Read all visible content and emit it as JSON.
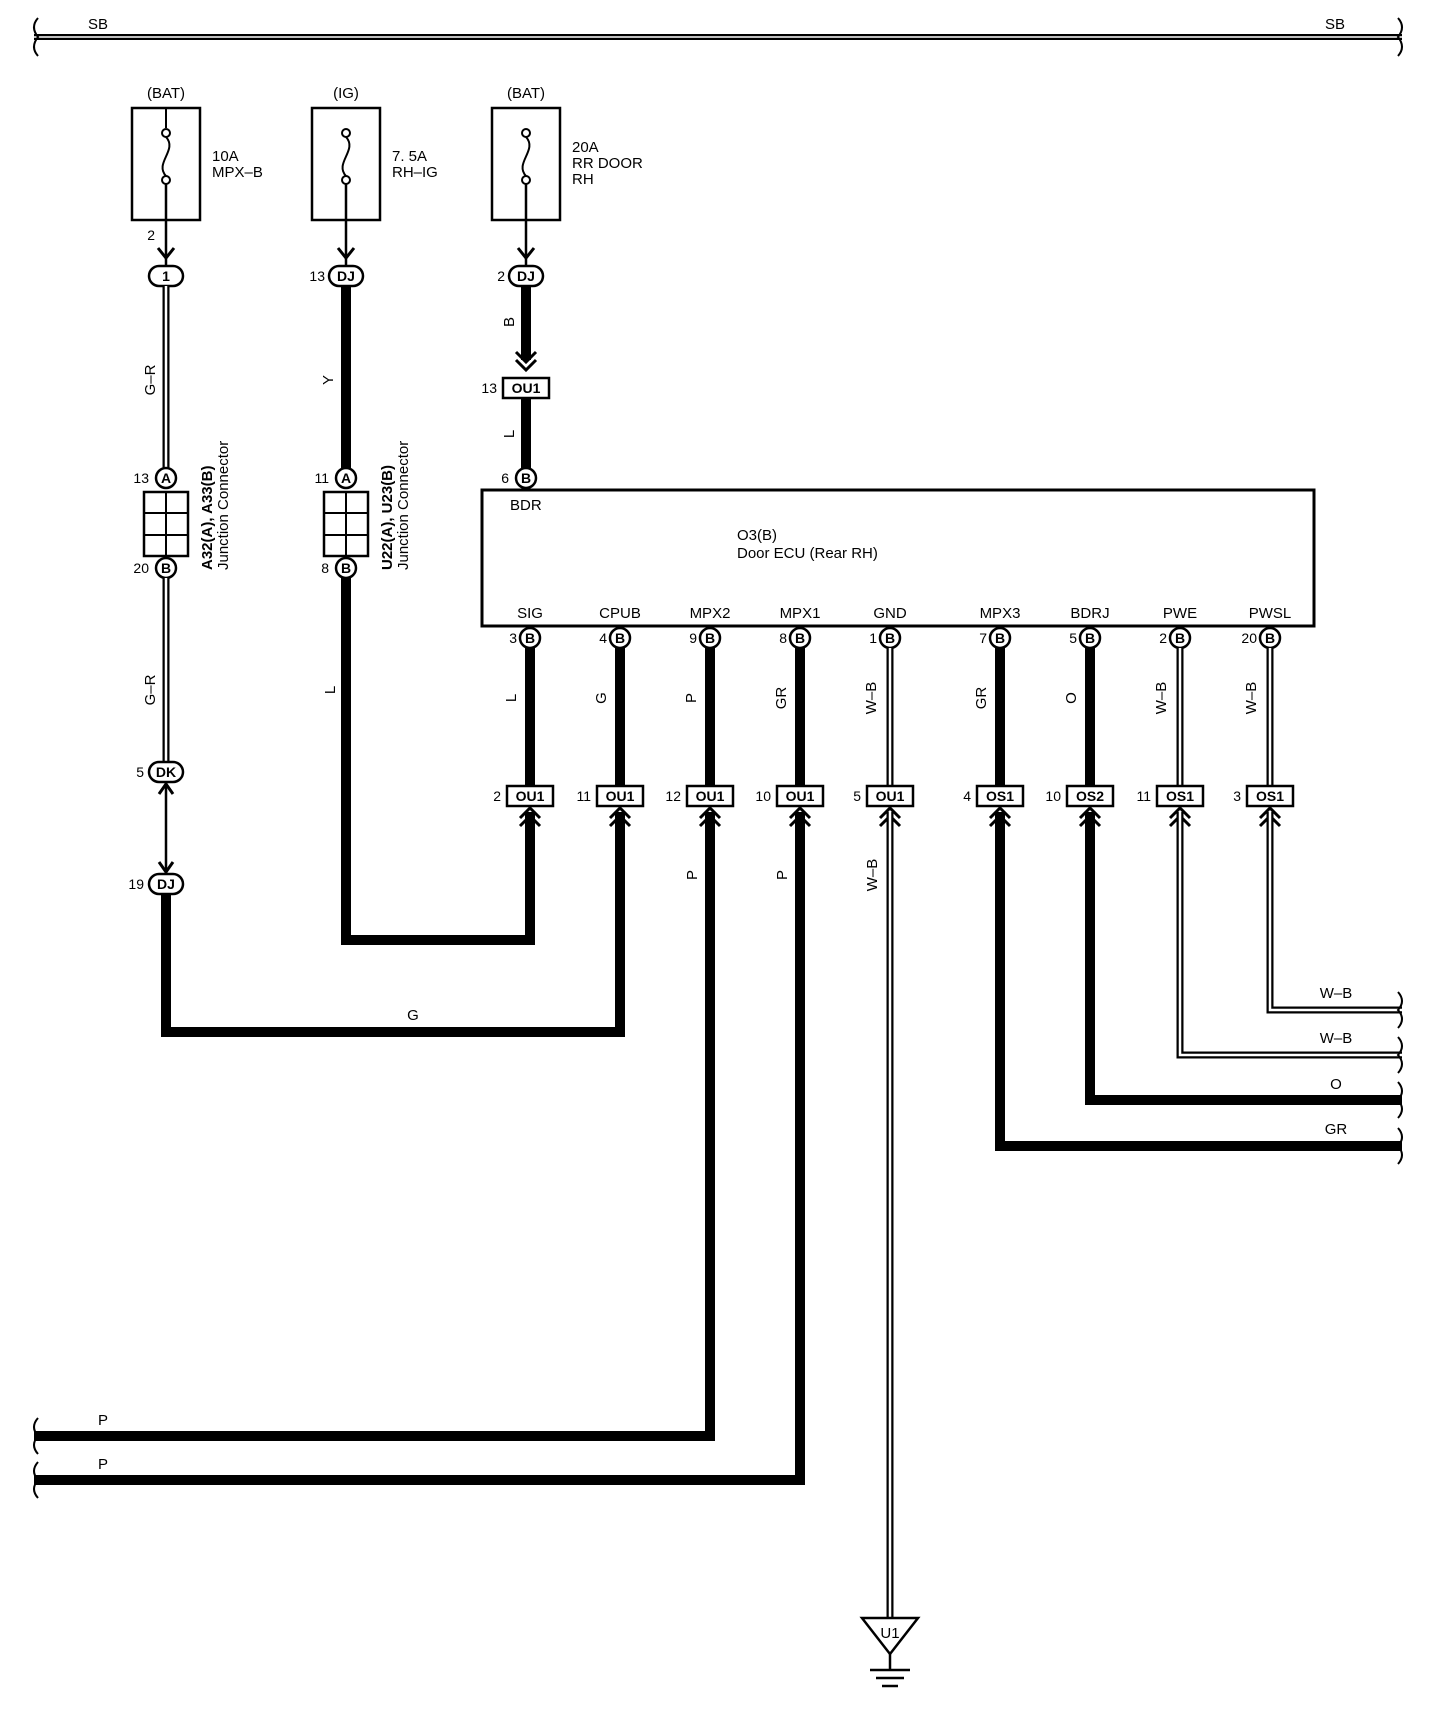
{
  "bus": {
    "left_label": "SB",
    "right_label": "SB"
  },
  "fuses": [
    {
      "supply": "(BAT)",
      "rating": "10A",
      "name": "MPX–B",
      "name2": ""
    },
    {
      "supply": "(IG)",
      "rating": "7. 5A",
      "name": "RH–IG",
      "name2": ""
    },
    {
      "supply": "(BAT)",
      "rating": "20A",
      "name": "RR DOOR",
      "name2": "RH"
    }
  ],
  "junction_connectors": [
    {
      "title": "A32(A), A33(B)",
      "subtitle": "Junction Connector"
    },
    {
      "title": "U22(A), U23(B)",
      "subtitle": "Junction Connector"
    }
  ],
  "ecu": {
    "id": "O3(B)",
    "name": "Door ECU (Rear RH)",
    "top_terminal": "BDR",
    "terminals": [
      "SIG",
      "CPUB",
      "MPX2",
      "MPX1",
      "GND",
      "MPX3",
      "BDRJ",
      "PWE",
      "PWSL"
    ]
  },
  "connectors": {
    "fuse1_pin": "2",
    "c1": "1",
    "dj13_pin": "13",
    "dj13": "DJ",
    "dj2_pin": "2",
    "dj2": "DJ",
    "ou1_13_pin": "13",
    "ou1_13": "OU1",
    "bdr_pin": "6",
    "bdr": "B",
    "ja_pin": "13",
    "ja": "A",
    "jb_pin": "20",
    "jb": "B",
    "ua_pin": "11",
    "ua": "A",
    "ub_pin": "8",
    "ub": "B",
    "dk_pin": "5",
    "dk": "DK",
    "dj19_pin": "19",
    "dj19": "DJ",
    "ecu_pins": [
      "3",
      "4",
      "9",
      "8",
      "1",
      "7",
      "5",
      "2",
      "20"
    ],
    "ecu_conn": "B",
    "mid_pins": [
      "2",
      "11",
      "12",
      "10",
      "5",
      "4",
      "10",
      "11",
      "3"
    ],
    "mid_conns": [
      "OU1",
      "OU1",
      "OU1",
      "OU1",
      "OU1",
      "OS1",
      "OS2",
      "OS1",
      "OS1"
    ]
  },
  "wire_colors": {
    "gr_top": "G–R",
    "gr_bottom": "G–R",
    "y": "Y",
    "b": "B",
    "l_ou1": "L",
    "l_u": "L",
    "ecu_wires": [
      "L",
      "G",
      "P",
      "GR",
      "W–B",
      "GR",
      "O",
      "W–B",
      "W–B"
    ],
    "lower_p1": "P",
    "lower_p2": "P",
    "lower_wb": "W–B",
    "g_bottom": "G",
    "right_wb1": "W–B",
    "right_wb2": "W–B",
    "right_o": "O",
    "right_gr": "GR",
    "left_p1": "P",
    "left_p2": "P"
  },
  "ground": {
    "label": "U1"
  },
  "colors": {
    "ink": "#000000",
    "background": "#ffffff"
  }
}
